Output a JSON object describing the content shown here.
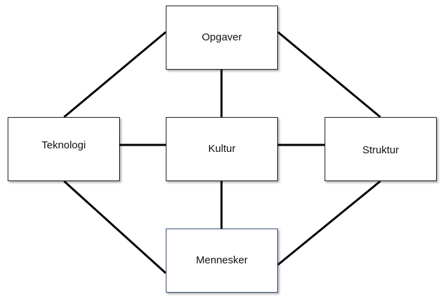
{
  "diagram": {
    "nodes": {
      "opgaver": "Opgaver",
      "teknologi": "Teknologi",
      "kultur": "Kultur",
      "struktur": "Struktur",
      "mennesker": "Mennesker"
    },
    "edges": [
      [
        "opgaver",
        "kultur"
      ],
      [
        "teknologi",
        "kultur"
      ],
      [
        "kultur",
        "struktur"
      ],
      [
        "kultur",
        "mennesker"
      ],
      [
        "opgaver",
        "teknologi"
      ],
      [
        "opgaver",
        "struktur"
      ],
      [
        "teknologi",
        "mennesker"
      ],
      [
        "struktur",
        "mennesker"
      ]
    ],
    "colors": {
      "line": "#000000",
      "border": "#222222",
      "accent_border": "#3a4f7a"
    }
  }
}
